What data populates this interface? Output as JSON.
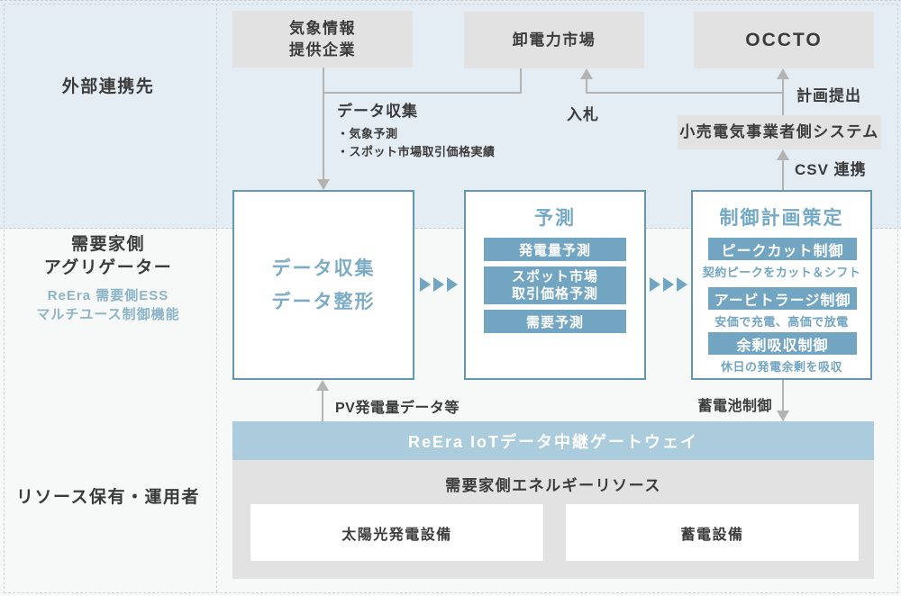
{
  "lanes": {
    "external_label": "外部連携先",
    "aggregator_title_1": "需要家側",
    "aggregator_title_2": "アグリゲーター",
    "aggregator_sub_1": "ReEra 需要側ESS",
    "aggregator_sub_2": "マルチユース制御機能",
    "resource_label": "リソース保有・運用者"
  },
  "external": {
    "weather_1": "気象情報",
    "weather_2": "提供企業",
    "market": "卸電力市場",
    "occto": "OCCTO",
    "retailer": "小売電気事業者側システム"
  },
  "flow": {
    "collect_title": "データ収集",
    "collect_item_1": "・気象予測",
    "collect_item_2": "・スポット市場取引価格実績",
    "bid": "入札",
    "plan_submit": "計画提出",
    "csv": "CSV 連携",
    "pv_data": "PV発電量データ等",
    "battery_control": "蓄電池制御"
  },
  "aggregator": {
    "collect_1": "データ収集",
    "collect_2": "データ整形",
    "forecast_title": "予測",
    "forecast_1": "発電量予測",
    "forecast_2": "スポット市場\n取引価格予測",
    "forecast_3": "需要予測",
    "control_title": "制御計画策定",
    "control_1": "ピークカット制御",
    "control_1_cap": "契約ピークをカット＆シフト",
    "control_2": "アービトラージ制御",
    "control_2_cap": "安価で充電、高価で放電",
    "control_3": "余剰吸収制御",
    "control_3_cap": "休日の発電余剰を吸収"
  },
  "resource": {
    "gateway": "ReEra IoTデータ中継ゲートウェイ",
    "container_title": "需要家側エネルギーリソース",
    "pv": "太陽光発電設備",
    "battery": "蓄電設備"
  },
  "colors": {
    "band_bg": "#f7f8f8",
    "aggregator_band_bg": "#e3edf3",
    "gray_box_bg": "#e2e2e2",
    "dark_text": "#3b3b3b",
    "connector_gray": "#b3b3b3",
    "blue_border": "#6397b2",
    "blue_fill": "#72a5c1",
    "blue_title_text": "#74a9c6",
    "light_blue_text": "#8cb4c8",
    "gateway_bg": "#abccdc",
    "dash_gray": "#cfd3d6"
  }
}
